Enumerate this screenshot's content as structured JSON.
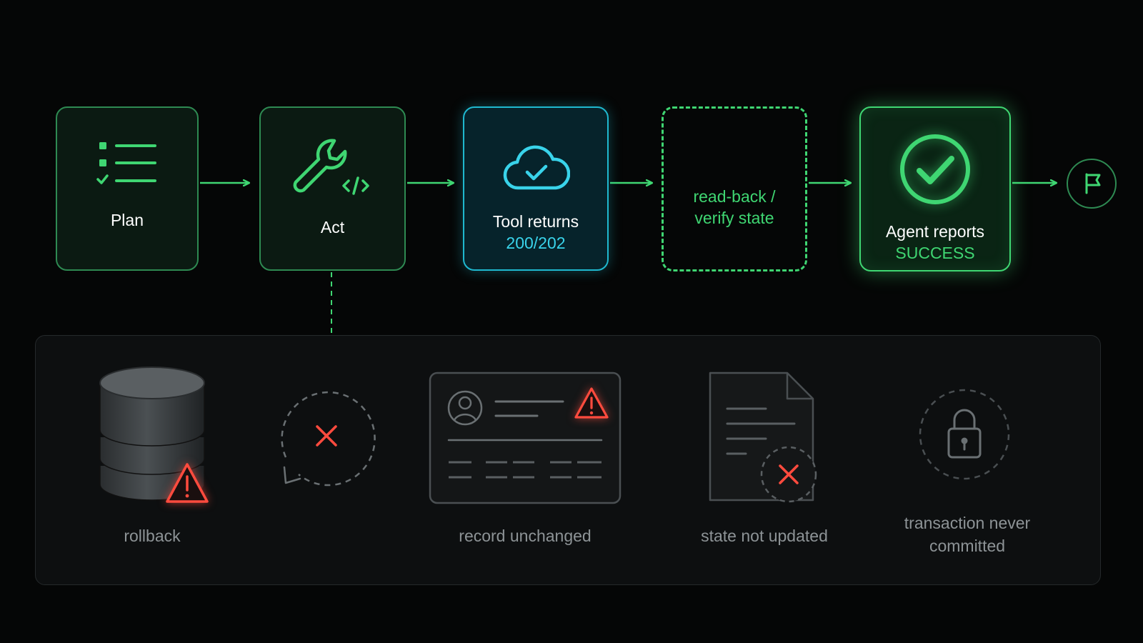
{
  "flow": {
    "plan": {
      "label": "Plan",
      "icon": "checklist-icon"
    },
    "act": {
      "label": "Act",
      "icon": "wrench-code-icon"
    },
    "tool": {
      "label": "Tool returns",
      "code": "200/202",
      "icon": "cloud-check-icon"
    },
    "verify": {
      "line1": "read-back /",
      "line2": "verify state"
    },
    "success": {
      "label": "Agent reports",
      "status": "SUCCESS",
      "icon": "check-circle-icon"
    },
    "end": {
      "icon": "flag-icon"
    }
  },
  "failures": {
    "rollback": {
      "label": "rollback",
      "icon": "database-warning-icon"
    },
    "failed": {
      "icon": "retry-x-icon"
    },
    "record": {
      "label": "record unchanged",
      "icon": "record-card-warning-icon"
    },
    "state": {
      "label": "state not updated",
      "icon": "document-x-icon"
    },
    "transaction": {
      "line1": "transaction never",
      "line2": "committed",
      "icon": "lock-icon"
    }
  },
  "colors": {
    "green": "#3fd672",
    "cyan": "#39d3ea",
    "red": "#ff4b3e",
    "gray": "#8d9396",
    "background": "#050606"
  }
}
